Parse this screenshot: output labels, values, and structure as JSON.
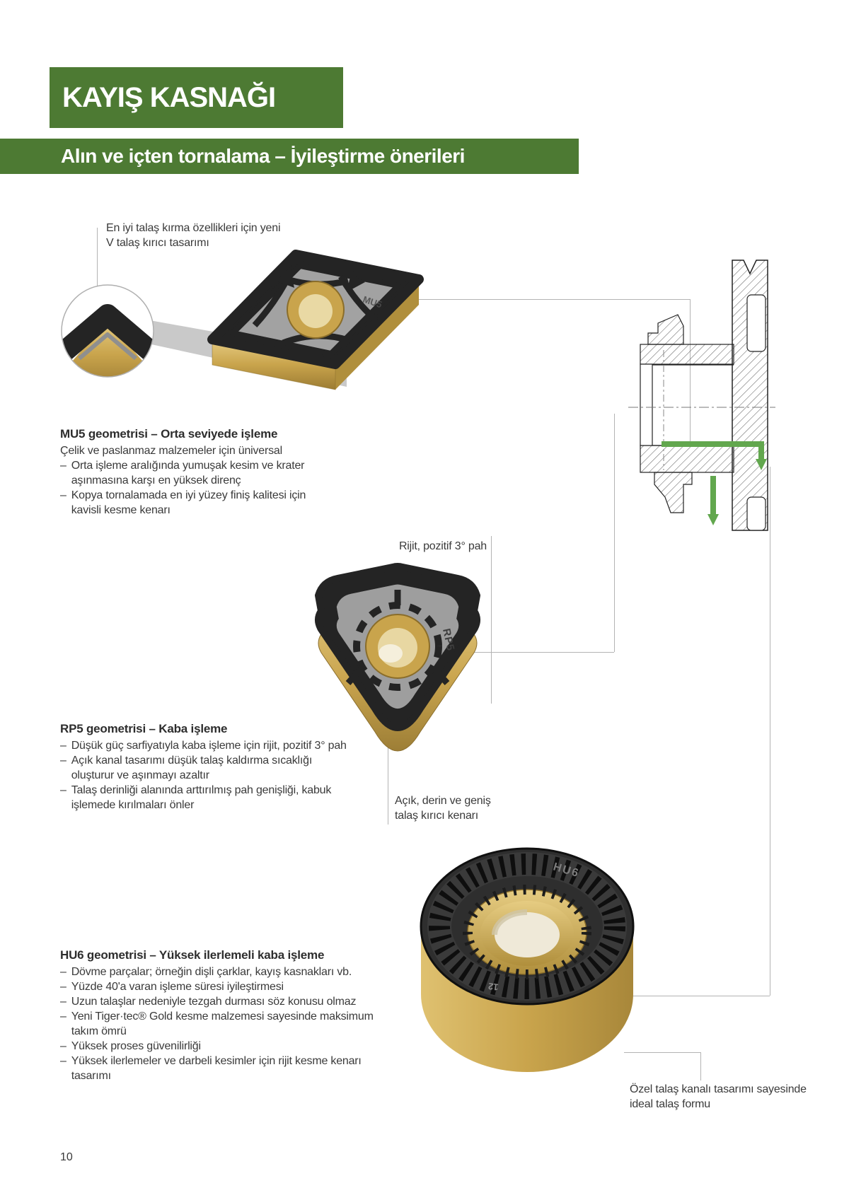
{
  "page": {
    "title": "KAYIŞ KASNAĞI",
    "subtitle": "Alın ve içten tornalama – İyileştirme önerileri",
    "page_number": "10"
  },
  "annotations": {
    "chipbreaker": "En iyi talaş kırma özellikleri için yeni V talaş kırıcı tasarımı",
    "rigid_chamfer": "Rijit, pozitif 3° pah",
    "open_edge": "Açık, derin ve geniş talaş kırıcı kenarı",
    "chip_channel": "Özel talaş kanalı tasarımı sayesinde ideal talaş formu"
  },
  "sections": [
    {
      "id": "mu5",
      "heading": "MU5 geometrisi – Orta seviyede işleme",
      "lead": "Çelik ve paslanmaz malzemeler için üniversal",
      "bullets": [
        "Orta işleme aralığında yumuşak kesim ve krater aşınmasına karşı en yüksek direnç",
        "Kopya tornalamada en iyi yüzey finiş kalitesi için kavisli kesme kenarı"
      ]
    },
    {
      "id": "rp5",
      "heading": "RP5 geometrisi – Kaba işleme",
      "bullets": [
        "Düşük güç sarfiyatıyla kaba işleme için rijit, pozitif 3° pah",
        "Açık kanal tasarımı düşük talaş kaldırma sıcaklığı oluşturur ve aşınmayı azaltır",
        "Talaş derinliği alanında arttırılmış pah genişliği, kabuk işlemede kırılmaları önler"
      ]
    },
    {
      "id": "hu6",
      "heading": "HU6 geometrisi – Yüksek ilerlemeli kaba işleme",
      "bullets": [
        "Dövme parçalar; örneğin dişli çarklar, kayış kasnakları vb.",
        "Yüzde 40'a varan işleme süresi iyileştirmesi",
        "Uzun talaşlar nedeniyle tezgah durması söz konusu olmaz",
        "Yeni Tiger·tec® Gold kesme malzemesi sayesinde maksimum takım ömrü",
        "Yüksek proses güvenilirliği",
        "Yüksek ilerlemeler ve darbeli kesimler için rijit kesme kenarı tasarımı"
      ]
    }
  ],
  "inserts": {
    "mu5_mark": "MU5",
    "rp5_mark": "RP5",
    "hu6_mark": "HU6",
    "hu6_size_mark": "12"
  },
  "colors": {
    "accent_green": "#4d7a33",
    "highlight_green": "#62a74e",
    "gold": "#c9a44c",
    "line_gray": "#b3b3b3"
  }
}
